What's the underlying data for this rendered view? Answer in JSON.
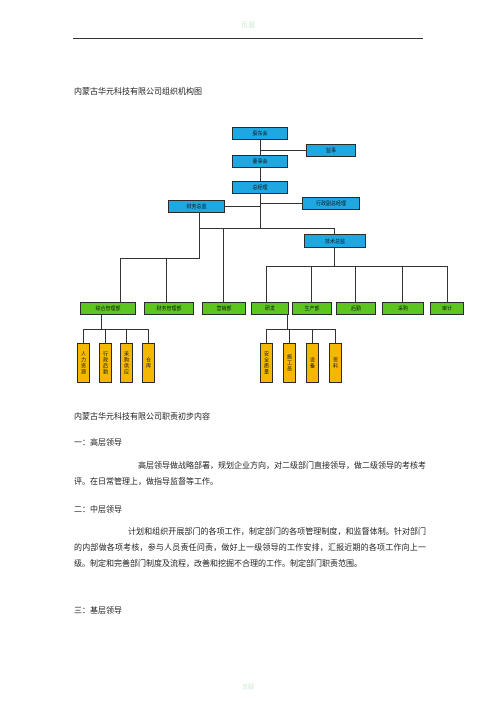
{
  "header": {
    "watermark": "页眉"
  },
  "footer": {
    "watermark": "页脚"
  },
  "document": {
    "chart_title": "内蒙古华元科技有限公司组织机构图",
    "duties_title": "内蒙古华元科技有限公司职责初步内容",
    "sections": [
      {
        "heading": "一：高层领导",
        "body": "高层领导做战略部署，规划企业方向，对二级部门直接领导，做二级领导的考核考评。在日常管理上，做指导监督等工作。"
      },
      {
        "heading": "二：中层领导",
        "body": "计划和组织开展部门的各项工作，制定部门的各项管理制度，和监督体制。针对部门的内部做各项考核，参与人员责任问责，做好上一级领导的工作安排，汇报近期的各项工作向上一级。制定和完善部门制度及流程，改善和挖掘不合理的工作。制定部门职责范围。"
      },
      {
        "heading": "三：基层领导",
        "body": ""
      }
    ]
  },
  "org_chart": {
    "top": {
      "shareholders": "股东会",
      "supervisors": "监事",
      "board": "董事会",
      "general_manager": "总经理",
      "finance_director": "财务总监",
      "admin_vice_gm": "行政副总经理",
      "tech_director": "技术总监"
    },
    "departments": [
      "综合管理部",
      "财务管理部",
      "营销部",
      "研发",
      "生产部",
      "后勤",
      "采购",
      "审计"
    ],
    "admin_subunits": [
      "人力资源",
      "行政后勤",
      "采购供应",
      "仓库"
    ],
    "tech_subunits": [
      "安全质量",
      "施工员",
      "设备",
      "资料"
    ]
  }
}
